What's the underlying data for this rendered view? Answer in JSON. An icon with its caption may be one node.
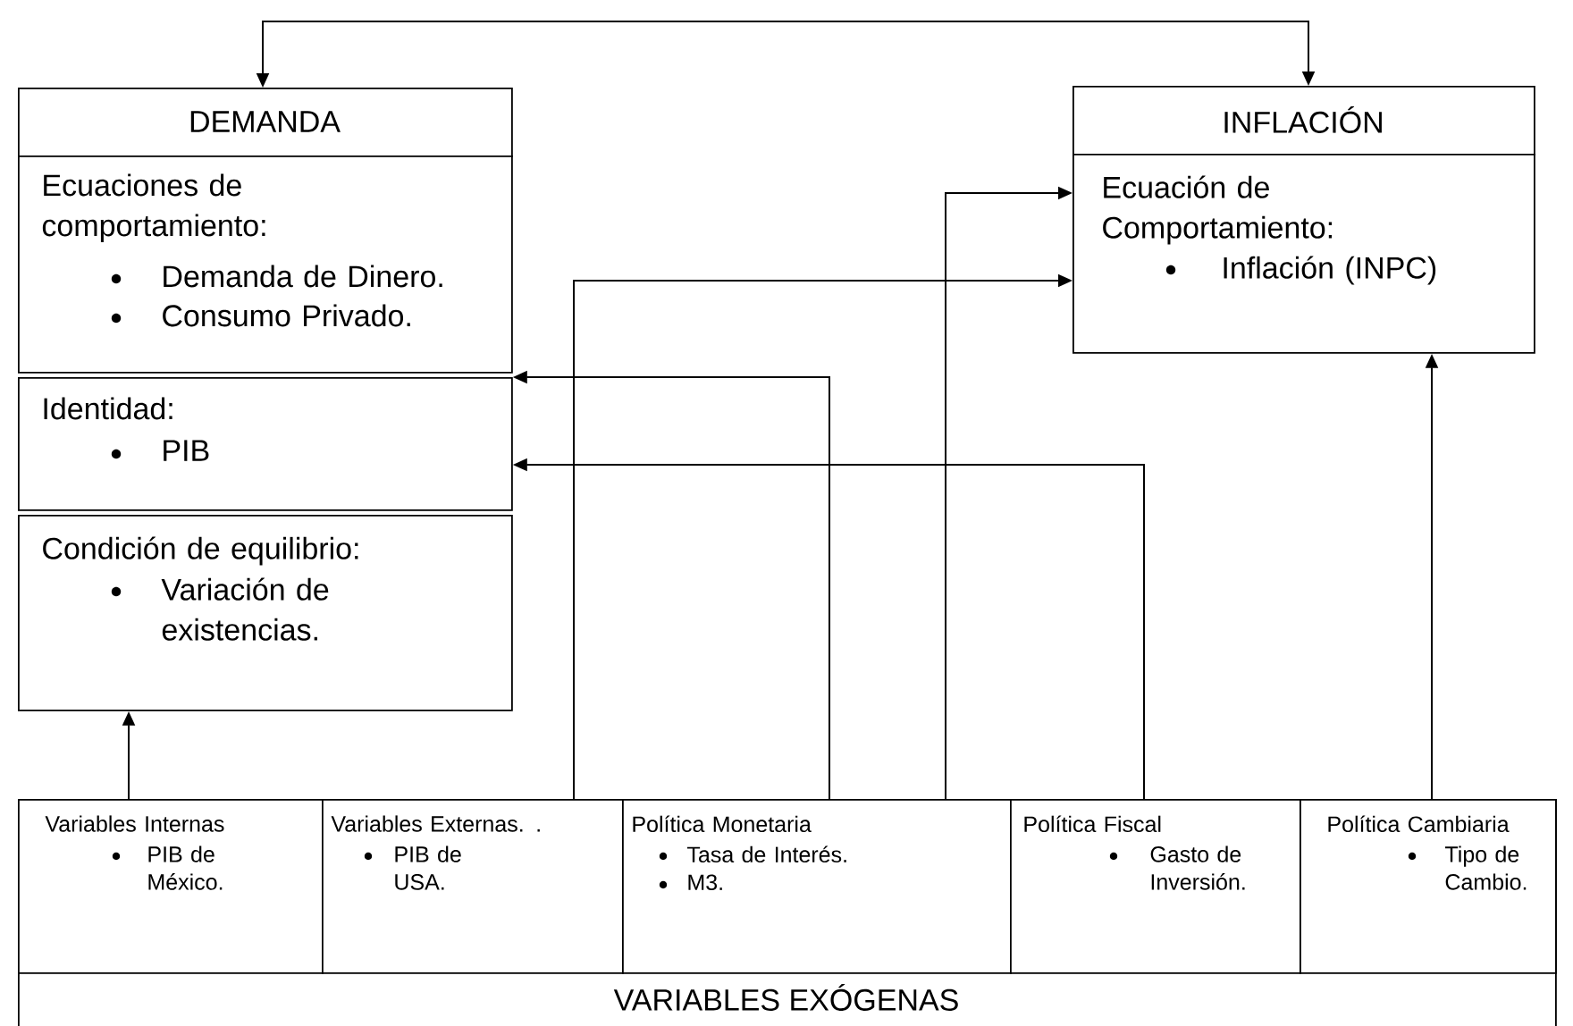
{
  "diagram": {
    "nodes": [
      {
        "text": [
          "DEMANDA"
        ]
      },
      {
        "text": [
          "Ecuaciones de comportamiento:",
          "Demanda de Dinero.",
          "Consumo Privado."
        ]
      },
      {
        "text": [
          "Identidad:",
          "PIB"
        ]
      },
      {
        "text": [
          "Condición de equilibrio:",
          "Variación de existencias."
        ]
      },
      {
        "text": [
          "INFLACIÓN"
        ]
      },
      {
        "text": [
          "Ecuación de Comportamiento:",
          "Inflación (INPC)"
        ]
      },
      {
        "text": [
          "VARIABLES EXÓGENAS"
        ]
      },
      {
        "text": [
          "Variables Internas",
          "PIB de México."
        ],
        "in": 6
      },
      {
        "text": [
          "Variables Externas. .",
          "PIB de USA."
        ],
        "in": 6
      },
      {
        "text": [
          "Política Monetaria",
          "Tasa de Interés.",
          "M3."
        ],
        "in": 6
      },
      {
        "text": [
          "Política Fiscal",
          "Gasto de Inversión."
        ],
        "in": 6
      },
      {
        "text": [
          "Política Cambiaria",
          "Tipo de Cambio."
        ],
        "in": 6
      }
    ],
    "edges": [
      {
        "from": 0,
        "to": 4,
        "arrow": "both"
      },
      {
        "from": 7,
        "to": 3,
        "arrow": "to"
      },
      {
        "from": 8,
        "to": 5,
        "arrow": "to"
      },
      {
        "from": 9,
        "to": 2,
        "arrow": "to"
      },
      {
        "from": 9,
        "to": 5,
        "arrow": "to"
      },
      {
        "from": 10,
        "to": 2,
        "arrow": "to"
      },
      {
        "from": 11,
        "to": 5,
        "arrow": "to"
      }
    ]
  }
}
